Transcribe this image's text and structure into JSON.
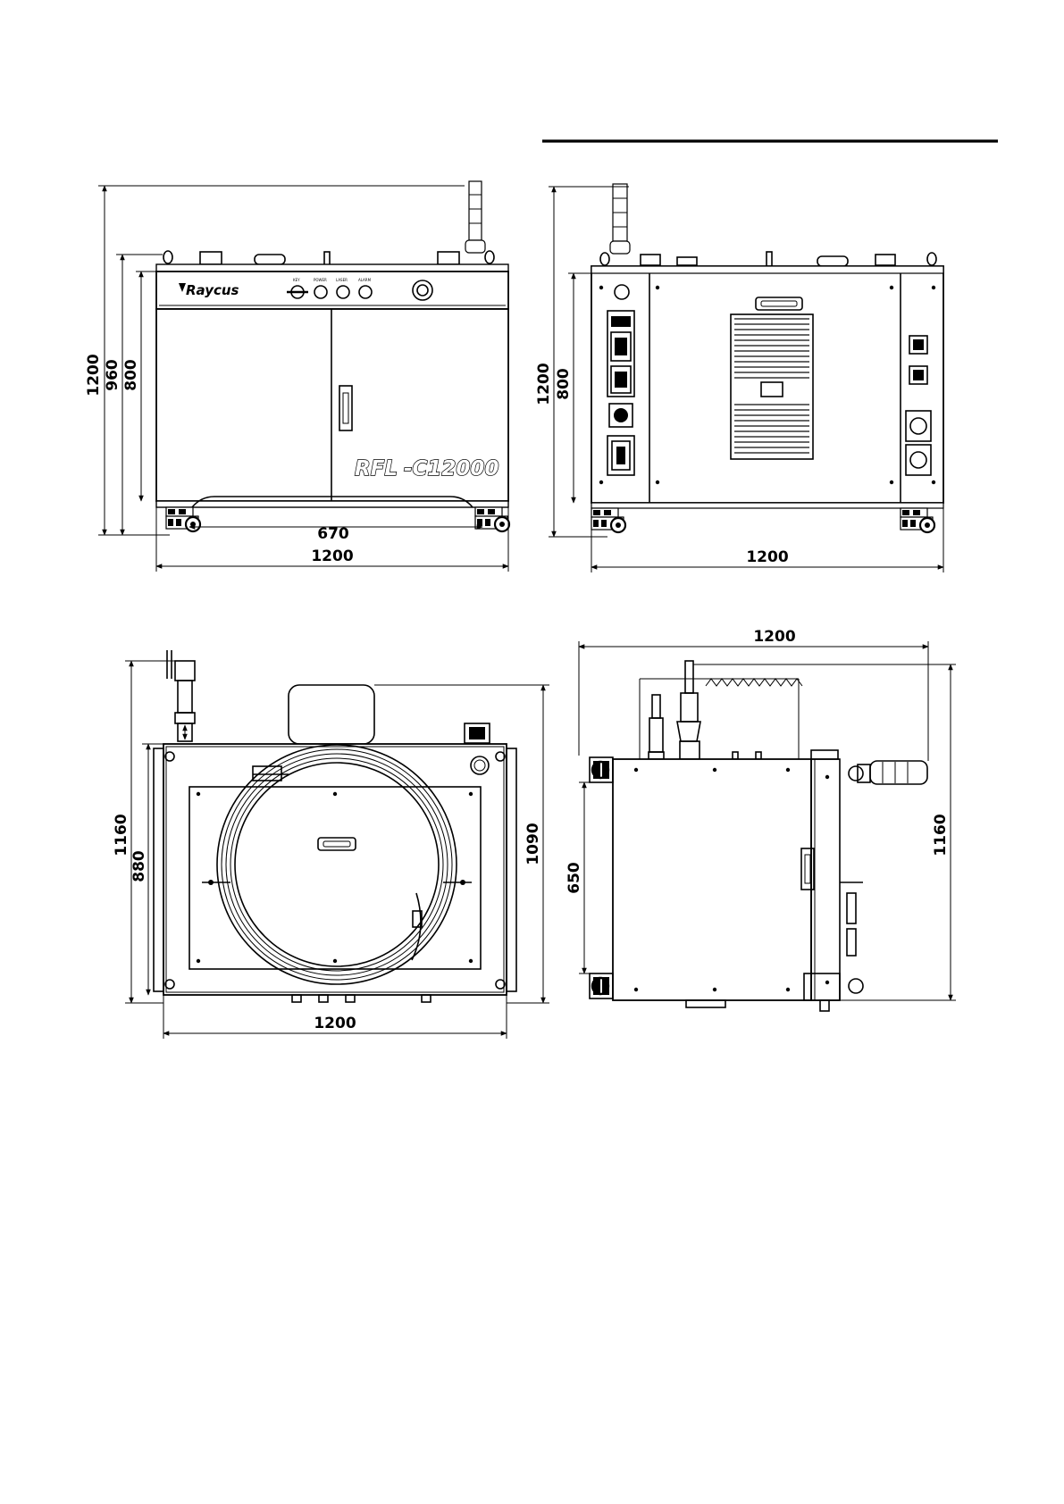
{
  "views": {
    "front": {
      "brand": "Raycus",
      "model_prefix": "RFL",
      "model_suffix": "-C12000",
      "panel_labels": [
        "KEY",
        "POWER",
        "LASER",
        "ALARM"
      ],
      "dim_overall_height": "1200",
      "dim_top_height": "960",
      "dim_cabinet_height": "800",
      "dim_inner_width": "670",
      "dim_overall_width": "1200"
    },
    "rear": {
      "dim_overall_height": "1200",
      "dim_cabinet_height": "800",
      "dim_overall_width": "1200"
    },
    "top": {
      "dim_overall_depth": "1160",
      "dim_inner_depth": "880",
      "dim_right_depth": "1090",
      "dim_overall_width": "1200"
    },
    "side": {
      "dim_overall_width": "1200",
      "dim_inner_height": "650",
      "dim_overall_depth": "1160"
    }
  }
}
